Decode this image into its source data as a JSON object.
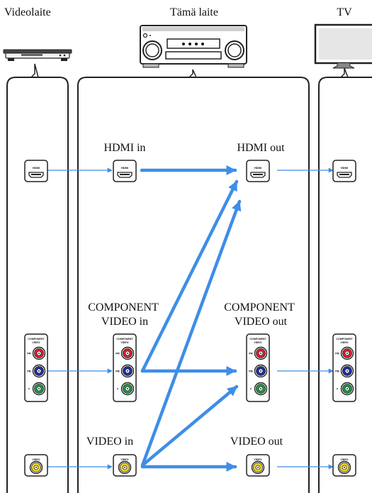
{
  "devices": {
    "source": "Videolaite",
    "receiver": "Tämä laite",
    "tv": "TV"
  },
  "receiver_labels": {
    "hdmi_in": "HDMI in",
    "hdmi_out": "HDMI out",
    "component_in_1": "COMPONENT",
    "component_in_2": "VIDEO in",
    "component_out_1": "COMPONENT",
    "component_out_2": "VIDEO out",
    "video_in": "VIDEO in",
    "video_out": "VIDEO out"
  },
  "jack_text": {
    "hdmi": "HDMI",
    "component_1": "COMPONENT",
    "component_2": "VIDEO",
    "pr": "PR",
    "pb": "PB",
    "y": "Y",
    "video": "VIDEO"
  },
  "colors": {
    "arrow": "#3d8ee8",
    "red": "#e11d2c",
    "blue": "#1c2fa8",
    "green": "#1a9a48",
    "yellow": "#f2d71c"
  }
}
